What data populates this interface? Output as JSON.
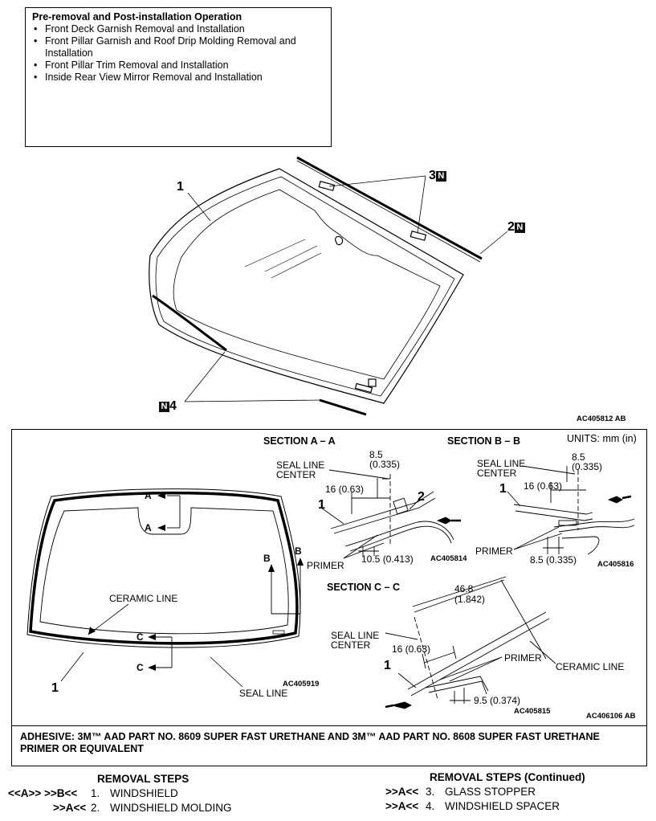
{
  "preop": {
    "title": "Pre-removal and Post-installation Operation",
    "items": [
      "Front Deck Garnish Removal and Installation",
      "Front Pillar Garnish and Roof Drip Molding Removal and Installation",
      "Front Pillar Trim Removal and Installation",
      "Inside Rear View Mirror Removal and Installation"
    ]
  },
  "top_figure": {
    "callouts": [
      "1",
      "2",
      "3",
      "4"
    ],
    "new_part_mark": "N",
    "code": "AC405812 AB"
  },
  "detail_figure": {
    "units": "UNITS: mm (in)",
    "windshield_view": {
      "labels": {
        "a1": "A",
        "a2": "A",
        "b1": "B",
        "b2": "B",
        "c1": "C",
        "c2": "C",
        "ceramic_line": "CERAMIC LINE",
        "seal_line": "SEAL LINE",
        "part": "1"
      },
      "code": "AC405919"
    },
    "section_a": {
      "title": "SECTION A – A",
      "seal_line": "SEAL LINE",
      "center": "CENTER",
      "dim_top": "8.5",
      "dim_top_in": "(0.335)",
      "dim_16": "16 (0.63)",
      "dim_bottom": "10.5 (0.413)",
      "primer": "PRIMER",
      "part1": "1",
      "part2": "2",
      "code": "AC405814"
    },
    "section_b": {
      "title": "SECTION B – B",
      "seal_line": "SEAL LINE",
      "center": "CENTER",
      "dim_top": "8.5",
      "dim_top_in": "(0.335)",
      "dim_16": "16 (0.63)",
      "dim_bottom": "8.5 (0.335)",
      "primer": "PRIMER",
      "part1": "1",
      "code": "AC405816"
    },
    "section_c": {
      "title": "SECTION C – C",
      "dim_top": "46.8",
      "dim_top_in": "(1.842)",
      "seal_line": "SEAL LINE",
      "center": "CENTER",
      "dim_16": "16 (0.63)",
      "primer": "PRIMER",
      "ceramic_line": "CERAMIC LINE",
      "dim_bottom": "9.5 (0.374)",
      "part1": "1",
      "code": "AC405815"
    },
    "code": "AC406106 AB"
  },
  "adhesive": "ADHESIVE: 3M™ AAD PART NO. 8609 SUPER FAST URETHANE AND 3M™ AAD PART NO. 8608 SUPER FAST URETHANE PRIMER OR EQUIVALENT",
  "removal": {
    "title": "REMOVAL STEPS",
    "steps": [
      {
        "ref": "<<A>>  >>B<<",
        "num": "1.",
        "name": "WINDSHIELD"
      },
      {
        "ref": ">>A<<",
        "num": "2.",
        "name": "WINDSHIELD MOLDING"
      }
    ]
  },
  "removal_cont": {
    "title": "REMOVAL STEPS (Continued)",
    "steps": [
      {
        "ref": ">>A<<",
        "num": "3.",
        "name": "GLASS STOPPER"
      },
      {
        "ref": ">>A<<",
        "num": "4.",
        "name": "WINDSHIELD SPACER"
      }
    ]
  }
}
